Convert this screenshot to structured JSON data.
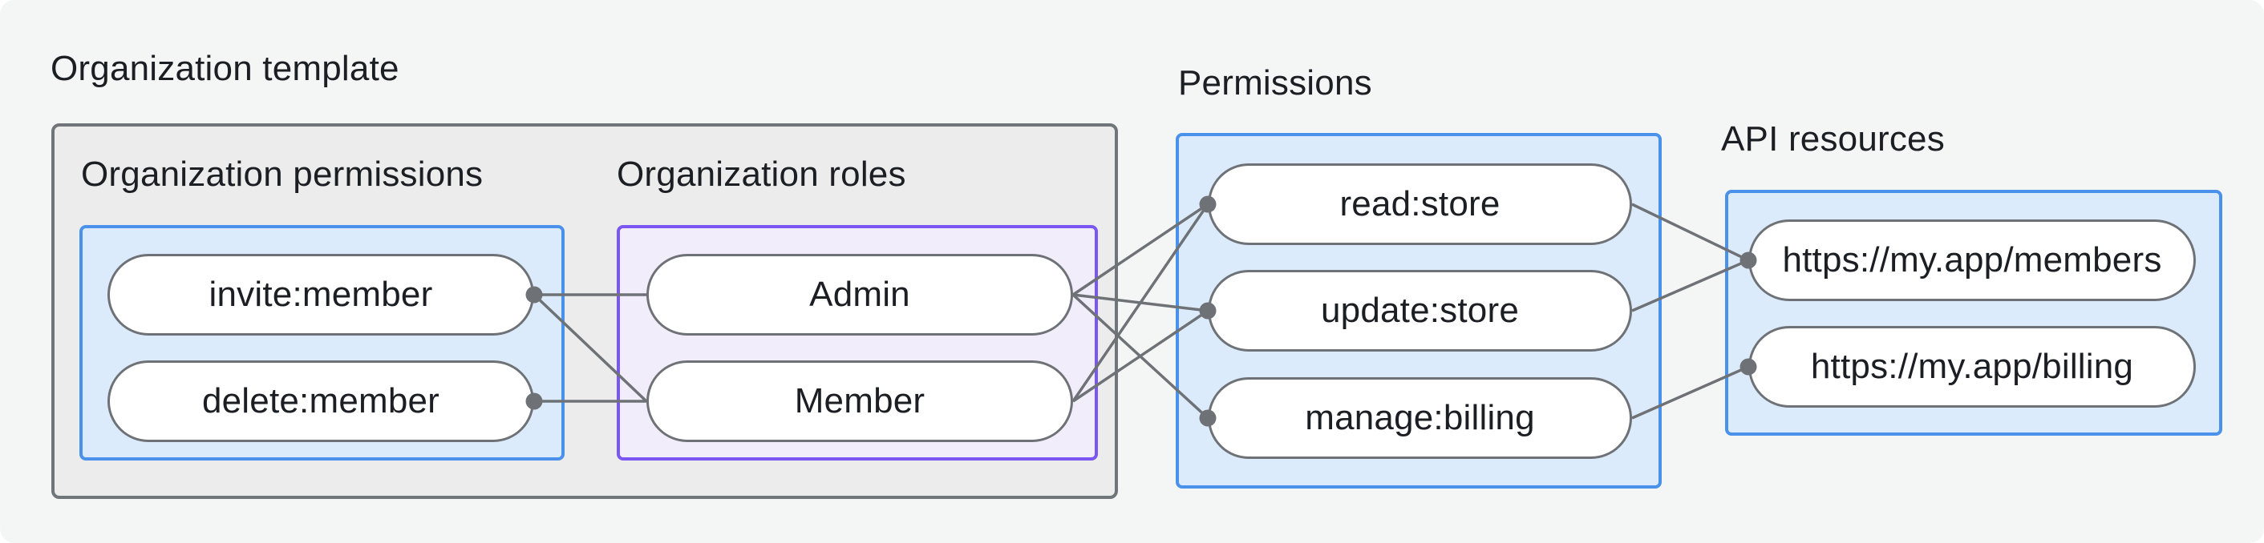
{
  "sections": {
    "organization_template": {
      "label": "Organization template"
    },
    "organization_permissions": {
      "label": "Organization permissions"
    },
    "organization_roles": {
      "label": "Organization roles"
    },
    "permissions": {
      "label": "Permissions"
    },
    "api_resources": {
      "label": "API resources"
    }
  },
  "nodes": {
    "invite": {
      "label": "invite:member",
      "dot": "right"
    },
    "delete": {
      "label": "delete:member",
      "dot": "right"
    },
    "admin": {
      "label": "Admin",
      "dot": null
    },
    "member": {
      "label": "Member",
      "dot": null
    },
    "read": {
      "label": "read:store",
      "dot": "left"
    },
    "update": {
      "label": "update:store",
      "dot": "left"
    },
    "manage": {
      "label": "manage:billing",
      "dot": "left"
    },
    "members_api": {
      "label": "https://my.app/members",
      "dot": "left"
    },
    "billing_api": {
      "label": "https://my.app/billing",
      "dot": "left"
    }
  },
  "edges": [
    {
      "from": "invite",
      "to": "admin"
    },
    {
      "from": "invite",
      "to": "member"
    },
    {
      "from": "delete",
      "to": "member"
    },
    {
      "from": "admin",
      "to": "read"
    },
    {
      "from": "admin",
      "to": "update"
    },
    {
      "from": "admin",
      "to": "manage"
    },
    {
      "from": "member",
      "to": "read"
    },
    {
      "from": "member",
      "to": "update"
    },
    {
      "from": "read",
      "to": "members_api"
    },
    {
      "from": "update",
      "to": "members_api"
    },
    {
      "from": "manage",
      "to": "billing_api"
    }
  ],
  "colors": {
    "bg": "#f4f6f6",
    "page": "#ffffff",
    "text": "#1b1e22",
    "gray_fill": "#ececec",
    "gray_border": "#70757a",
    "blue_border": "#4a91ec",
    "blue_fill": "#dcebfb",
    "purple_border": "#7a56f2",
    "purple_fill": "#f2edfb",
    "pill_fill": "#ffffff",
    "connector": "#6e7276"
  },
  "connector_style": {
    "line_width": 3.5,
    "dot_radius": 10.5
  }
}
